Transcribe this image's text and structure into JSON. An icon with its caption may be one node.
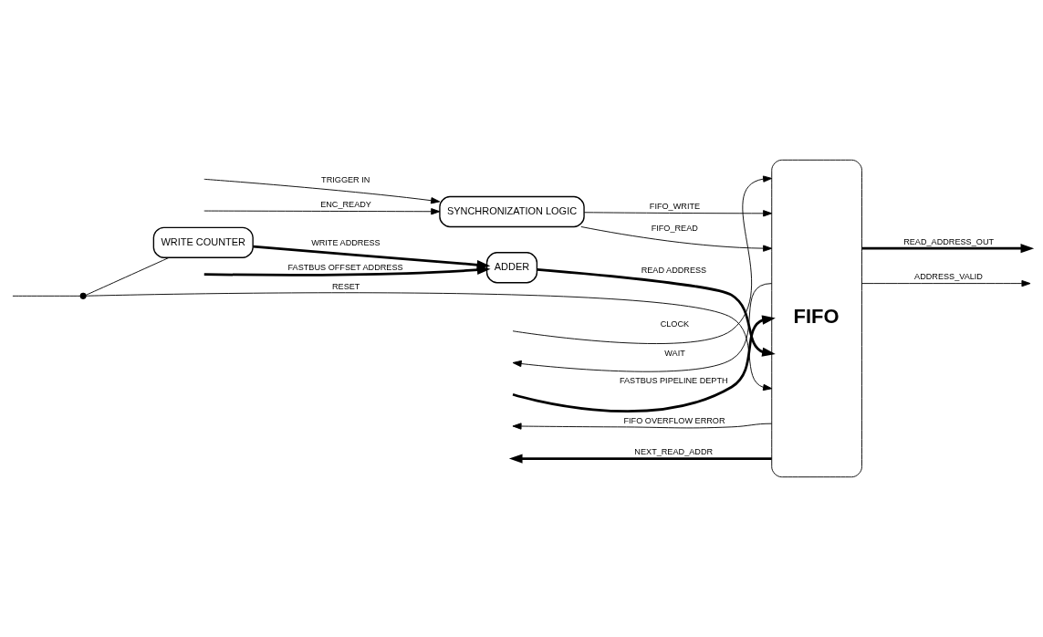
{
  "diagram": {
    "nodes": [
      {
        "text": [
          "SYNCHRONIZATION LOGIC"
        ]
      },
      {
        "text": [
          "FIFO"
        ]
      },
      {
        "text": [
          "ADDER"
        ]
      },
      {
        "text": [
          "WRITE COUNTER"
        ]
      },
      {
        "text": [],
        "shape": "circle"
      }
    ],
    "edges": [
      {
        "from": null,
        "to": 0,
        "arrow": "to",
        "label": "TRIGGER IN"
      },
      {
        "from": null,
        "to": 0,
        "arrow": "to",
        "label": "ENC_READY"
      },
      {
        "from": null,
        "to": 1,
        "arrow": "to",
        "label": "CLOCK"
      },
      {
        "from": 0,
        "to": 1,
        "arrow": "to",
        "label": "FIFO_WRITE"
      },
      {
        "from": 0,
        "to": 1,
        "arrow": "to",
        "label": "FIFO_READ"
      },
      {
        "from": 1,
        "to": null,
        "arrow": "to",
        "label": "WAIT"
      },
      {
        "from": null,
        "to": 1,
        "arrow": "to",
        "label": "FASTBUS PIPELINE DEPTH",
        "style": "thick"
      },
      {
        "from": null,
        "to": 2,
        "arrow": "to",
        "label": "FASTBUS OFFSET ADDRESS",
        "style": "thick"
      },
      {
        "from": 3,
        "to": 2,
        "arrow": "to",
        "label": "WRITE ADDRESS",
        "style": "thick"
      },
      {
        "from": 2,
        "to": 1,
        "arrow": "to",
        "label": "READ ADDRESS",
        "style": "thick"
      },
      {
        "from": null,
        "to": 4,
        "arrow": "none"
      },
      {
        "from": 4,
        "to": 3,
        "arrow": "none"
      },
      {
        "from": 4,
        "to": 1,
        "arrow": "to",
        "label": "RESET"
      },
      {
        "from": 1,
        "to": null,
        "arrow": "to",
        "label": "FIFO OVERFLOW ERROR"
      },
      {
        "from": 1,
        "to": null,
        "arrow": "to",
        "label": "NEXT_READ_ADDR",
        "style": "thick"
      },
      {
        "from": 1,
        "to": null,
        "arrow": "to",
        "label": "READ_ADDRESS_OUT",
        "style": "thick"
      },
      {
        "from": 1,
        "to": null,
        "arrow": "to",
        "label": "ADDRESS_VALID"
      }
    ]
  }
}
